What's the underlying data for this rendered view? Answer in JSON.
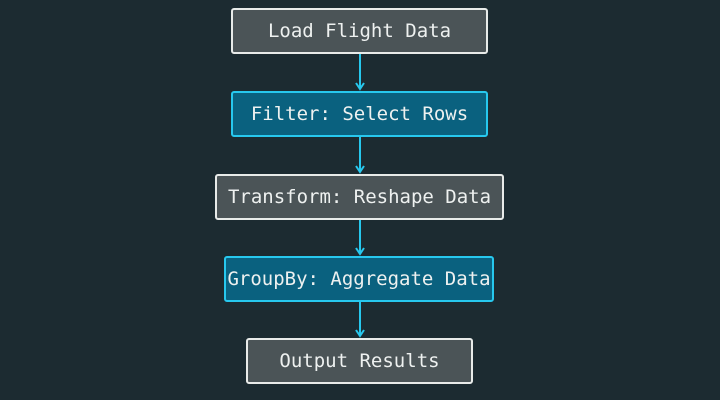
{
  "diagram": {
    "nodes": [
      {
        "label": "Load Flight Data",
        "style": "neutral"
      },
      {
        "label": "Filter: Select Rows",
        "style": "accent"
      },
      {
        "label": "Transform: Reshape Data",
        "style": "neutral"
      },
      {
        "label": "GroupBy: Aggregate Data",
        "style": "accent"
      },
      {
        "label": "Output Results",
        "style": "neutral"
      }
    ],
    "colors": {
      "background": "#1c2b31",
      "neutral_fill": "#4b5457",
      "neutral_border": "#e8ebe9",
      "accent_fill": "#0a617f",
      "accent_border": "#27c8ee",
      "arrow": "#27c8ee",
      "text": "#eef1f0"
    }
  }
}
